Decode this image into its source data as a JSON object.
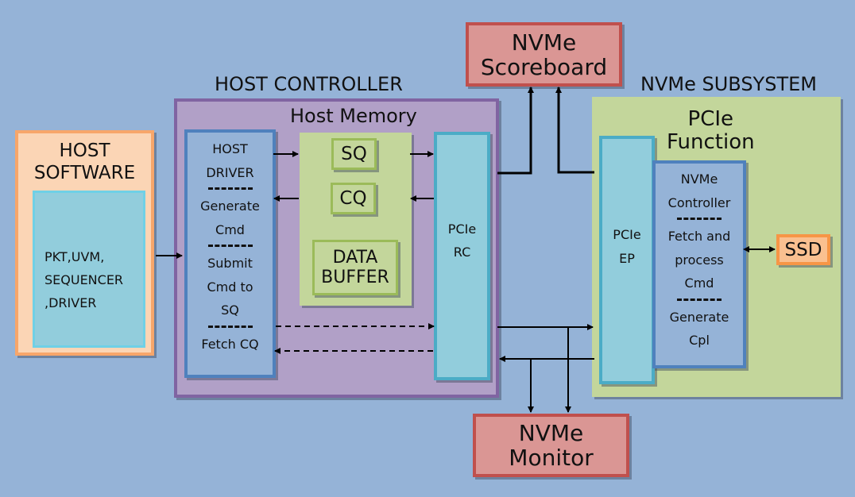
{
  "diagram": {
    "host_software": {
      "title": "HOST SOFTWARE",
      "title_line1": "HOST",
      "title_line2": "SOFTWARE",
      "content_lines": [
        "PKT,UVM,",
        "SEQUENCER",
        ",DRIVER"
      ]
    },
    "host_controller": {
      "title": "HOST CONTROLLER",
      "host_memory_label": "Host Memory",
      "host_driver": {
        "sections": [
          [
            "HOST",
            "DRIVER"
          ],
          [
            "Generate",
            "Cmd"
          ],
          [
            "Submit",
            "Cmd to",
            "SQ"
          ],
          [
            "Fetch CQ"
          ]
        ]
      },
      "queues": {
        "sq": "SQ",
        "cq": "CQ",
        "data_buffer_line1": "DATA",
        "data_buffer_line2": "BUFFER"
      },
      "pcie_rc_line1": "PCIe",
      "pcie_rc_line2": "RC"
    },
    "scoreboard": {
      "line1": "NVMe",
      "line2": "Scoreboard"
    },
    "monitor": {
      "line1": "NVMe",
      "line2": "Monitor"
    },
    "nvme_subsystem": {
      "title": "NVMe SUBSYSTEM",
      "pcie_function_line1": "PCIe",
      "pcie_function_line2": "Function",
      "pcie_ep_line1": "PCIe",
      "pcie_ep_line2": "EP",
      "nvme_controller": {
        "sections": [
          [
            "NVMe",
            "Controller"
          ],
          [
            "Fetch and",
            "process",
            "Cmd"
          ],
          [
            "Generate",
            "Cpl"
          ]
        ]
      },
      "ssd": "SSD"
    },
    "colors": {
      "background": "#95b3d7",
      "host_software_fill": "#fbd5b5",
      "host_software_border": "#f7a66a",
      "cyan_fill": "#92cddc",
      "cyan_border": "#4bacc6",
      "purple_fill": "#b1a0c7",
      "purple_border": "#8064a2",
      "blue_fill": "#95b3d7",
      "blue_border": "#4f81bd",
      "green_fill": "#c3d69b",
      "green_border": "#9bbb59",
      "red_fill": "#da9694",
      "red_border": "#c0504d",
      "ssd_fill": "#fac090",
      "ssd_border": "#f79646"
    }
  }
}
